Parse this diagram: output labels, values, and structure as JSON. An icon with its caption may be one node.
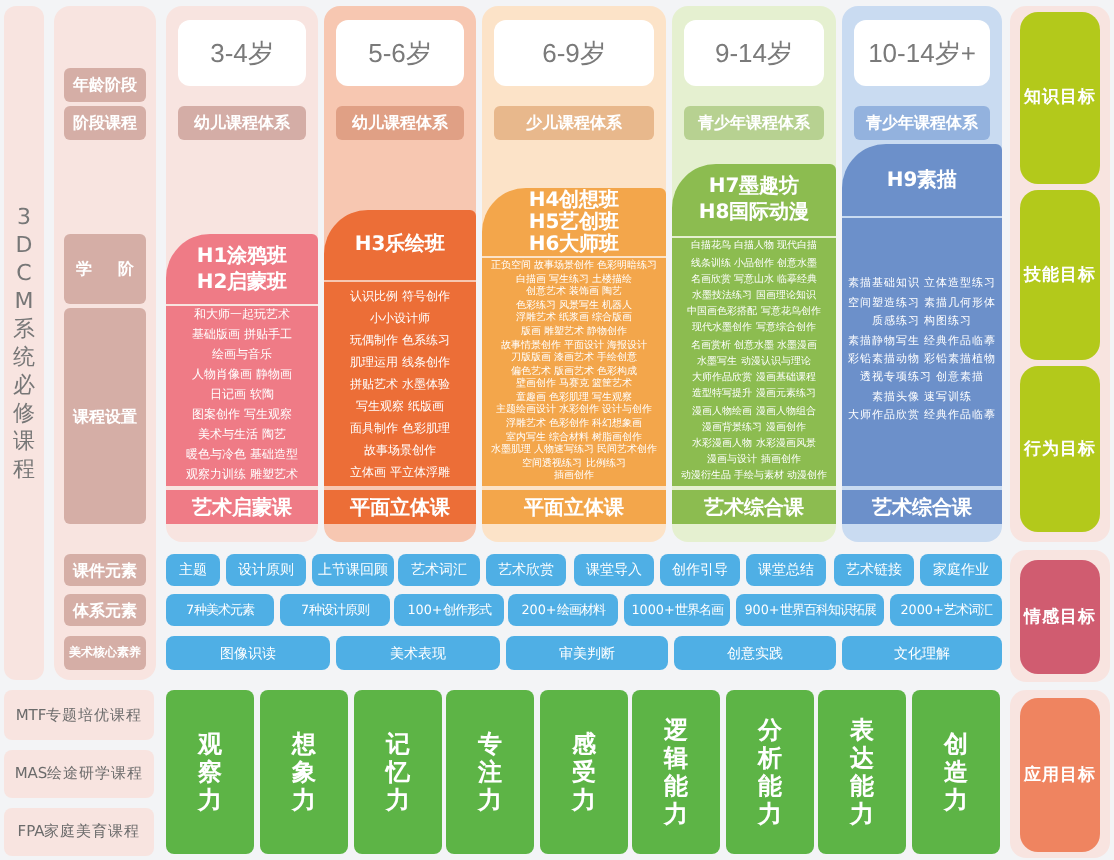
{
  "diagram": {
    "nodes": [
      {
        "text": [
          "3DCM系统必修课程"
        ]
      },
      {
        "text": [],
        "shape": "box"
      },
      {
        "text": [
          "年龄阶段"
        ],
        "in": 1
      },
      {
        "text": [
          "阶段课程"
        ],
        "in": 1
      },
      {
        "text": [
          "学阶"
        ],
        "in": 1
      },
      {
        "text": [
          "课程设置"
        ],
        "in": 1
      },
      {
        "text": [
          "课件元素"
        ],
        "in": 1
      },
      {
        "text": [
          "体系元素"
        ],
        "in": 1
      },
      {
        "text": [
          "美术核心素养"
        ],
        "in": 1
      },
      {
        "text": [],
        "shape": "box"
      },
      {
        "text": [
          "3-4岁"
        ],
        "in": 9
      },
      {
        "text": [
          "幼儿课程体系"
        ],
        "in": 9
      },
      {
        "text": [
          "H1涂鸦班",
          "H2启蒙班"
        ],
        "in": 9
      },
      {
        "text": [
          "和大师一起玩艺术",
          "基础版画 拼贴手工",
          "绘画与音乐",
          "人物肖像画 静物画",
          "日记画 软陶",
          "图案创作 写生观察",
          "美术与生活 陶艺",
          "暖色与冷色 基础造型",
          "观察力训练 雕塑艺术"
        ],
        "in": 9
      },
      {
        "text": [
          "艺术启蒙课"
        ],
        "in": 9
      },
      {
        "text": [],
        "shape": "box"
      },
      {
        "text": [
          "5-6岁"
        ],
        "in": 15
      },
      {
        "text": [
          "幼儿课程体系"
        ],
        "in": 15
      },
      {
        "text": [
          "H3乐绘班"
        ],
        "in": 15
      },
      {
        "text": [
          "认识比例 符号创作",
          "小小设计师",
          "玩偶制作 色系练习",
          "肌理运用 线条创作",
          "拼贴艺术 水墨体验",
          "写生观察 纸版画",
          "面具制作 色彩肌理",
          "故事场景创作",
          "立体画 平立体浮雕"
        ],
        "in": 15
      },
      {
        "text": [
          "平面立体课"
        ],
        "in": 15
      },
      {
        "text": [],
        "shape": "box"
      },
      {
        "text": [
          "6-9岁"
        ],
        "in": 21
      },
      {
        "text": [
          "少儿课程体系"
        ],
        "in": 21
      },
      {
        "text": [
          "H4创想班",
          "H5艺创班",
          "H6大师班"
        ],
        "in": 21
      },
      {
        "text": [
          "正负空间 故事场景创作 色彩明暗练习",
          "白描画 写生练习 土楼描绘",
          "创意艺术 装饰画 陶艺",
          "色彩练习 风景写生 机器人",
          "浮雕艺术 纸浆画 综合版画",
          "版画 雕塑艺术 静物创作",
          "故事情景创作 平面设计 海报设计",
          "刀版版画 漆画艺术 手绘创意",
          "偏色艺术 版画艺术 色彩构成",
          "壁画创作 马赛克 篮筐艺术",
          "童趣画 色彩肌理 写生观察",
          "主题绘画设计 水彩创作 设计与创作",
          "浮雕艺术 色彩创作 科幻想象画",
          "室内写生 综合材料 树脂画创作",
          "水墨肌理 人物速写练习 民间艺术创作",
          "空间透视练习 比例练习",
          "插画创作"
        ],
        "in": 21
      },
      {
        "text": [
          "平面立体课"
        ],
        "in": 21
      },
      {
        "text": [],
        "shape": "box"
      },
      {
        "text": [
          "9-14岁"
        ],
        "in": 27
      },
      {
        "text": [
          "青少年课程体系"
        ],
        "in": 27
      },
      {
        "text": [
          "H7墨趣坊",
          "H8国际动漫"
        ],
        "in": 27
      },
      {
        "text": [
          "白描花鸟 白描人物 现代白描",
          "线条训练 小品创作 创意水墨",
          "名画欣赏 写意山水 临摹经典",
          "水墨技法练习 国画理论知识",
          "中国画色彩搭配 写意花鸟创作",
          "现代水墨创作 写意综合创作",
          "名画赏析 创意水墨 水墨漫画",
          "水墨写生 动漫认识与理论",
          "大师作品欣赏 漫画基础课程",
          "造型特写提升 漫画元素练习",
          "漫画人物绘画 漫画人物组合",
          "漫画背景练习 漫画创作",
          "水彩漫画人物 水彩漫画风景",
          "漫画与设计 插画创作",
          "动漫衍生品 手绘与素材 动漫创作"
        ],
        "in": 27
      },
      {
        "text": [
          "艺术综合课"
        ],
        "in": 27
      },
      {
        "text": [],
        "shape": "box"
      },
      {
        "text": [
          "10-14岁+"
        ],
        "in": 33
      },
      {
        "text": [
          "青少年课程体系"
        ],
        "in": 33
      },
      {
        "text": [
          "H9素描"
        ],
        "in": 33
      },
      {
        "text": [
          "素描基础知识 立体造型练习",
          "空间塑造练习 素描几何形体",
          "质感练习 构图练习",
          "素描静物写生 经典作品临摹",
          "彩铅素描动物 彩铅素描植物",
          "透视专项练习 创意素描",
          "素描头像 速写训练",
          "大师作品欣赏 经典作品临摹"
        ],
        "in": 33
      },
      {
        "text": [
          "艺术综合课"
        ],
        "in": 33
      },
      {
        "text": [],
        "shape": "box"
      },
      {
        "text": [
          "知识目标"
        ],
        "in": 39
      },
      {
        "text": [
          "技能目标"
        ],
        "in": 39
      },
      {
        "text": [
          "行为目标"
        ],
        "in": 39
      },
      {
        "text": [
          "主题"
        ]
      },
      {
        "text": [
          "设计原则"
        ]
      },
      {
        "text": [
          "上节课回顾"
        ]
      },
      {
        "text": [
          "艺术词汇"
        ]
      },
      {
        "text": [
          "艺术欣赏"
        ]
      },
      {
        "text": [
          "课堂导入"
        ]
      },
      {
        "text": [
          "创作引导"
        ]
      },
      {
        "text": [
          "课堂总结"
        ]
      },
      {
        "text": [
          "艺术链接"
        ]
      },
      {
        "text": [
          "家庭作业"
        ]
      },
      {
        "text": [
          "7种美术元素"
        ]
      },
      {
        "text": [
          "7种设计原则"
        ]
      },
      {
        "text": [
          "100+创作形式"
        ]
      },
      {
        "text": [
          "200+绘画材料"
        ]
      },
      {
        "text": [
          "1000+世界名画"
        ]
      },
      {
        "text": [
          "900+世界百科知识拓展"
        ]
      },
      {
        "text": [
          "2000+艺术词汇"
        ]
      },
      {
        "text": [
          "图像识读"
        ]
      },
      {
        "text": [
          "美术表现"
        ]
      },
      {
        "text": [
          "审美判断"
        ]
      },
      {
        "text": [
          "创意实践"
        ]
      },
      {
        "text": [
          "文化理解"
        ]
      },
      {
        "text": [],
        "shape": "box"
      },
      {
        "text": [
          "情感目标"
        ],
        "in": 65
      },
      {
        "text": [
          "MTF专题培优课程"
        ]
      },
      {
        "text": [
          "MAS绘途研学课程"
        ]
      },
      {
        "text": [
          "FPA家庭美育课程"
        ]
      },
      {
        "text": [
          "观察力"
        ]
      },
      {
        "text": [
          "想象力"
        ]
      },
      {
        "text": [
          "记忆力"
        ]
      },
      {
        "text": [
          "专注力"
        ]
      },
      {
        "text": [
          "感受力"
        ]
      },
      {
        "text": [
          "逻辑能力"
        ]
      },
      {
        "text": [
          "分析能力"
        ]
      },
      {
        "text": [
          "表达能力"
        ]
      },
      {
        "text": [
          "创造力"
        ]
      },
      {
        "text": [],
        "shape": "box"
      },
      {
        "text": [
          "应用目标"
        ],
        "in": 79
      }
    ]
  }
}
